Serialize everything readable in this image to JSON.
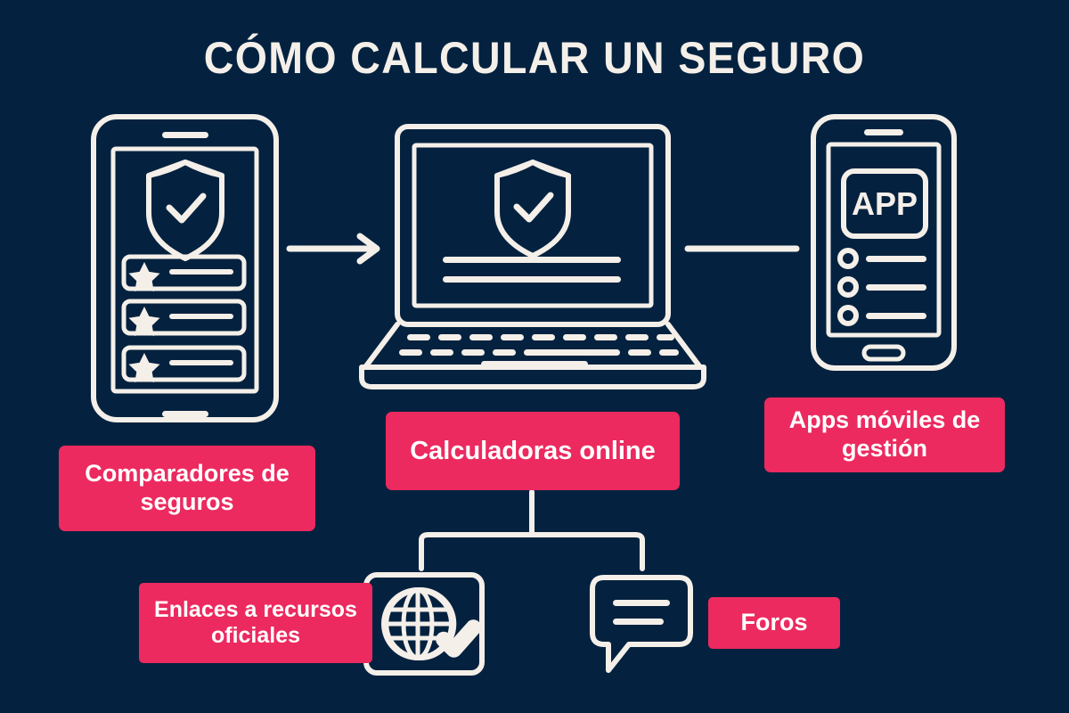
{
  "page": {
    "title": "CÓMO CALCULAR UN SEGURO",
    "background_color": "#04223f",
    "accent_color": "#ec2a5f",
    "line_color": "#f4efe9"
  },
  "nodes": {
    "comparadores": {
      "label": "Comparadores de seguros",
      "icon": "smartphone-with-shield-and-star-ratings-icon"
    },
    "calculadoras": {
      "label": "Calculadoras online",
      "icon": "laptop-with-shield-icon"
    },
    "apps": {
      "label": "Apps móviles de gestión",
      "icon": "smartphone-app-list-icon",
      "screen_text": "APP"
    },
    "enlaces": {
      "label": "Enlaces a recursos oficiales",
      "icon": "globe-with-check-icon"
    },
    "foros": {
      "label": "Foros",
      "icon": "speech-bubble-icon"
    }
  },
  "connectors": {
    "phone_to_laptop": "arrow-right",
    "laptop_to_phone": "line",
    "laptop_to_branches": "tree-bracket"
  }
}
